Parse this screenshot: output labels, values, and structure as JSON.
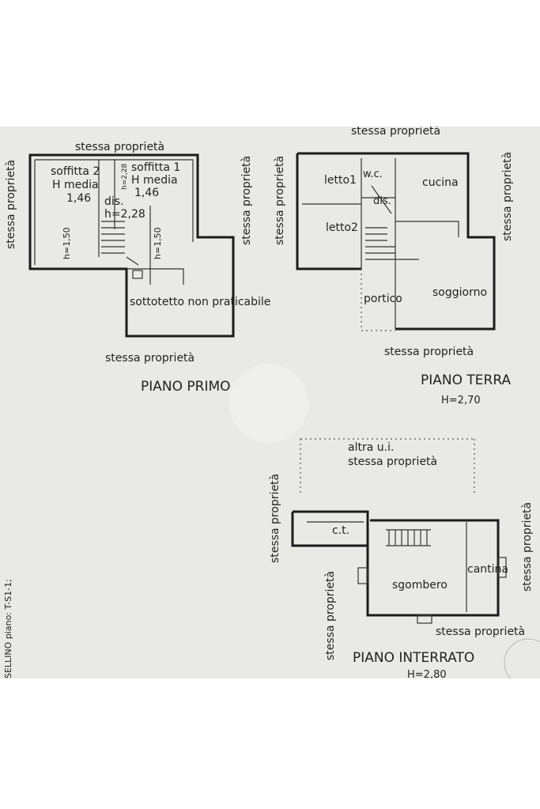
{
  "piano_primo": {
    "title": "PIANO PRIMO",
    "neighbor_top": "stessa proprietà",
    "neighbor_left": "stessa proprietà",
    "neighbor_right": "stessa proprietà",
    "neighbor_bottom": "stessa proprietà",
    "soffitta2_name": "soffitta 2",
    "soffitta2_hmedia": "H media",
    "soffitta2_h": "1,46",
    "soffitta1_name": "soffitta 1",
    "soffitta1_hmedia": "H media",
    "soffitta1_h": "1,46",
    "dis_name": "dis.",
    "dis_h": "h=2,28",
    "h_left": "h=1,50",
    "h_right": "h=1,50",
    "h_mid": "h=2,28",
    "sottotetto": "sottotetto non praticabile"
  },
  "piano_terra": {
    "title": "PIANO TERRA",
    "height": "H=2,70",
    "neighbor_top": "stessa proprietà",
    "neighbor_left": "stessa proprietà",
    "neighbor_right": "stessa proprietà",
    "neighbor_bottom": "stessa proprietà",
    "letto1": "letto1",
    "letto2": "letto2",
    "wc": "w.c.",
    "dis": "dis.",
    "cucina": "cucina",
    "soggiorno": "soggiorno",
    "portico": "portico"
  },
  "piano_interrato": {
    "title": "PIANO INTERRATO",
    "height": "H=2,80",
    "altra_ui": "altra u.i.",
    "neighbor_top": "stessa proprietà",
    "neighbor_left_upper": "stessa proprietà",
    "neighbor_left_lower": "stessa proprietà",
    "neighbor_right": "stessa proprietà",
    "neighbor_bottom": "stessa proprietà",
    "ct": "c.t.",
    "sgombero": "sgombero",
    "cantina": "cantina"
  },
  "margin_text": "SELLINO piano: T-S1-1;"
}
